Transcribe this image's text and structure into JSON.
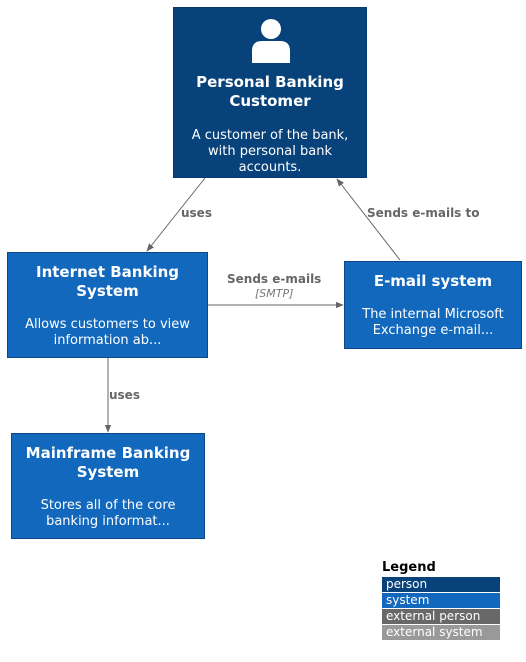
{
  "nodes": {
    "customer": {
      "title": "Personal Banking Customer",
      "description": "A customer of the bank, with personal bank accounts.",
      "kind": "person",
      "icon": "person-icon"
    },
    "internet_banking": {
      "title": "Internet Banking System",
      "description": "Allows customers to view information ab...",
      "kind": "system"
    },
    "email": {
      "title": "E-mail system",
      "description": "The internal Microsoft Exchange e-mail...",
      "kind": "system"
    },
    "mainframe": {
      "title": "Mainframe Banking System",
      "description": "Stores all of the core banking informat...",
      "kind": "system"
    }
  },
  "edges": [
    {
      "from": "customer",
      "to": "internet_banking",
      "label": "uses"
    },
    {
      "from": "email",
      "to": "customer",
      "label": "Sends e-mails to"
    },
    {
      "from": "internet_banking",
      "to": "email",
      "label": "Sends e-mails",
      "technology": "[SMTP]"
    },
    {
      "from": "internet_banking",
      "to": "mainframe",
      "label": "uses"
    }
  ],
  "legend": {
    "title": "Legend",
    "items": [
      {
        "label": "person",
        "color": "#08427b"
      },
      {
        "label": "system",
        "color": "#1168bd"
      },
      {
        "label": "external person",
        "color": "#686868"
      },
      {
        "label": "external system",
        "color": "#999999"
      }
    ]
  },
  "colors": {
    "person": "#08427b",
    "system": "#1168bd",
    "edge": "#666666"
  }
}
